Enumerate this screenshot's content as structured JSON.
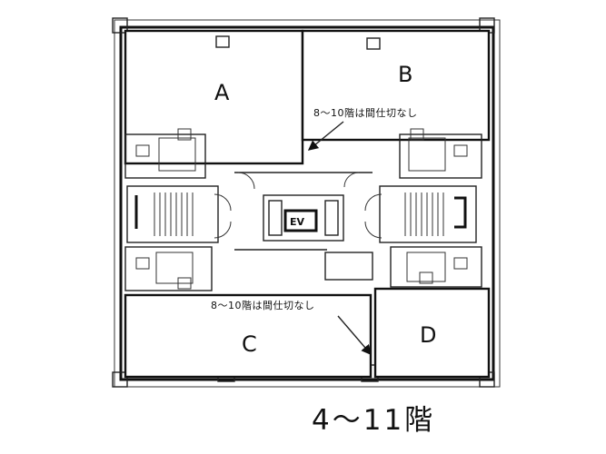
{
  "floor_plan": {
    "floor_label": "4〜11階",
    "units": {
      "a": "A",
      "b": "B",
      "c": "C",
      "d": "D"
    },
    "elevator_label": "EV",
    "notes": {
      "upper": "8〜10階は間仕切なし",
      "lower": "8〜10階は間仕切なし"
    }
  }
}
